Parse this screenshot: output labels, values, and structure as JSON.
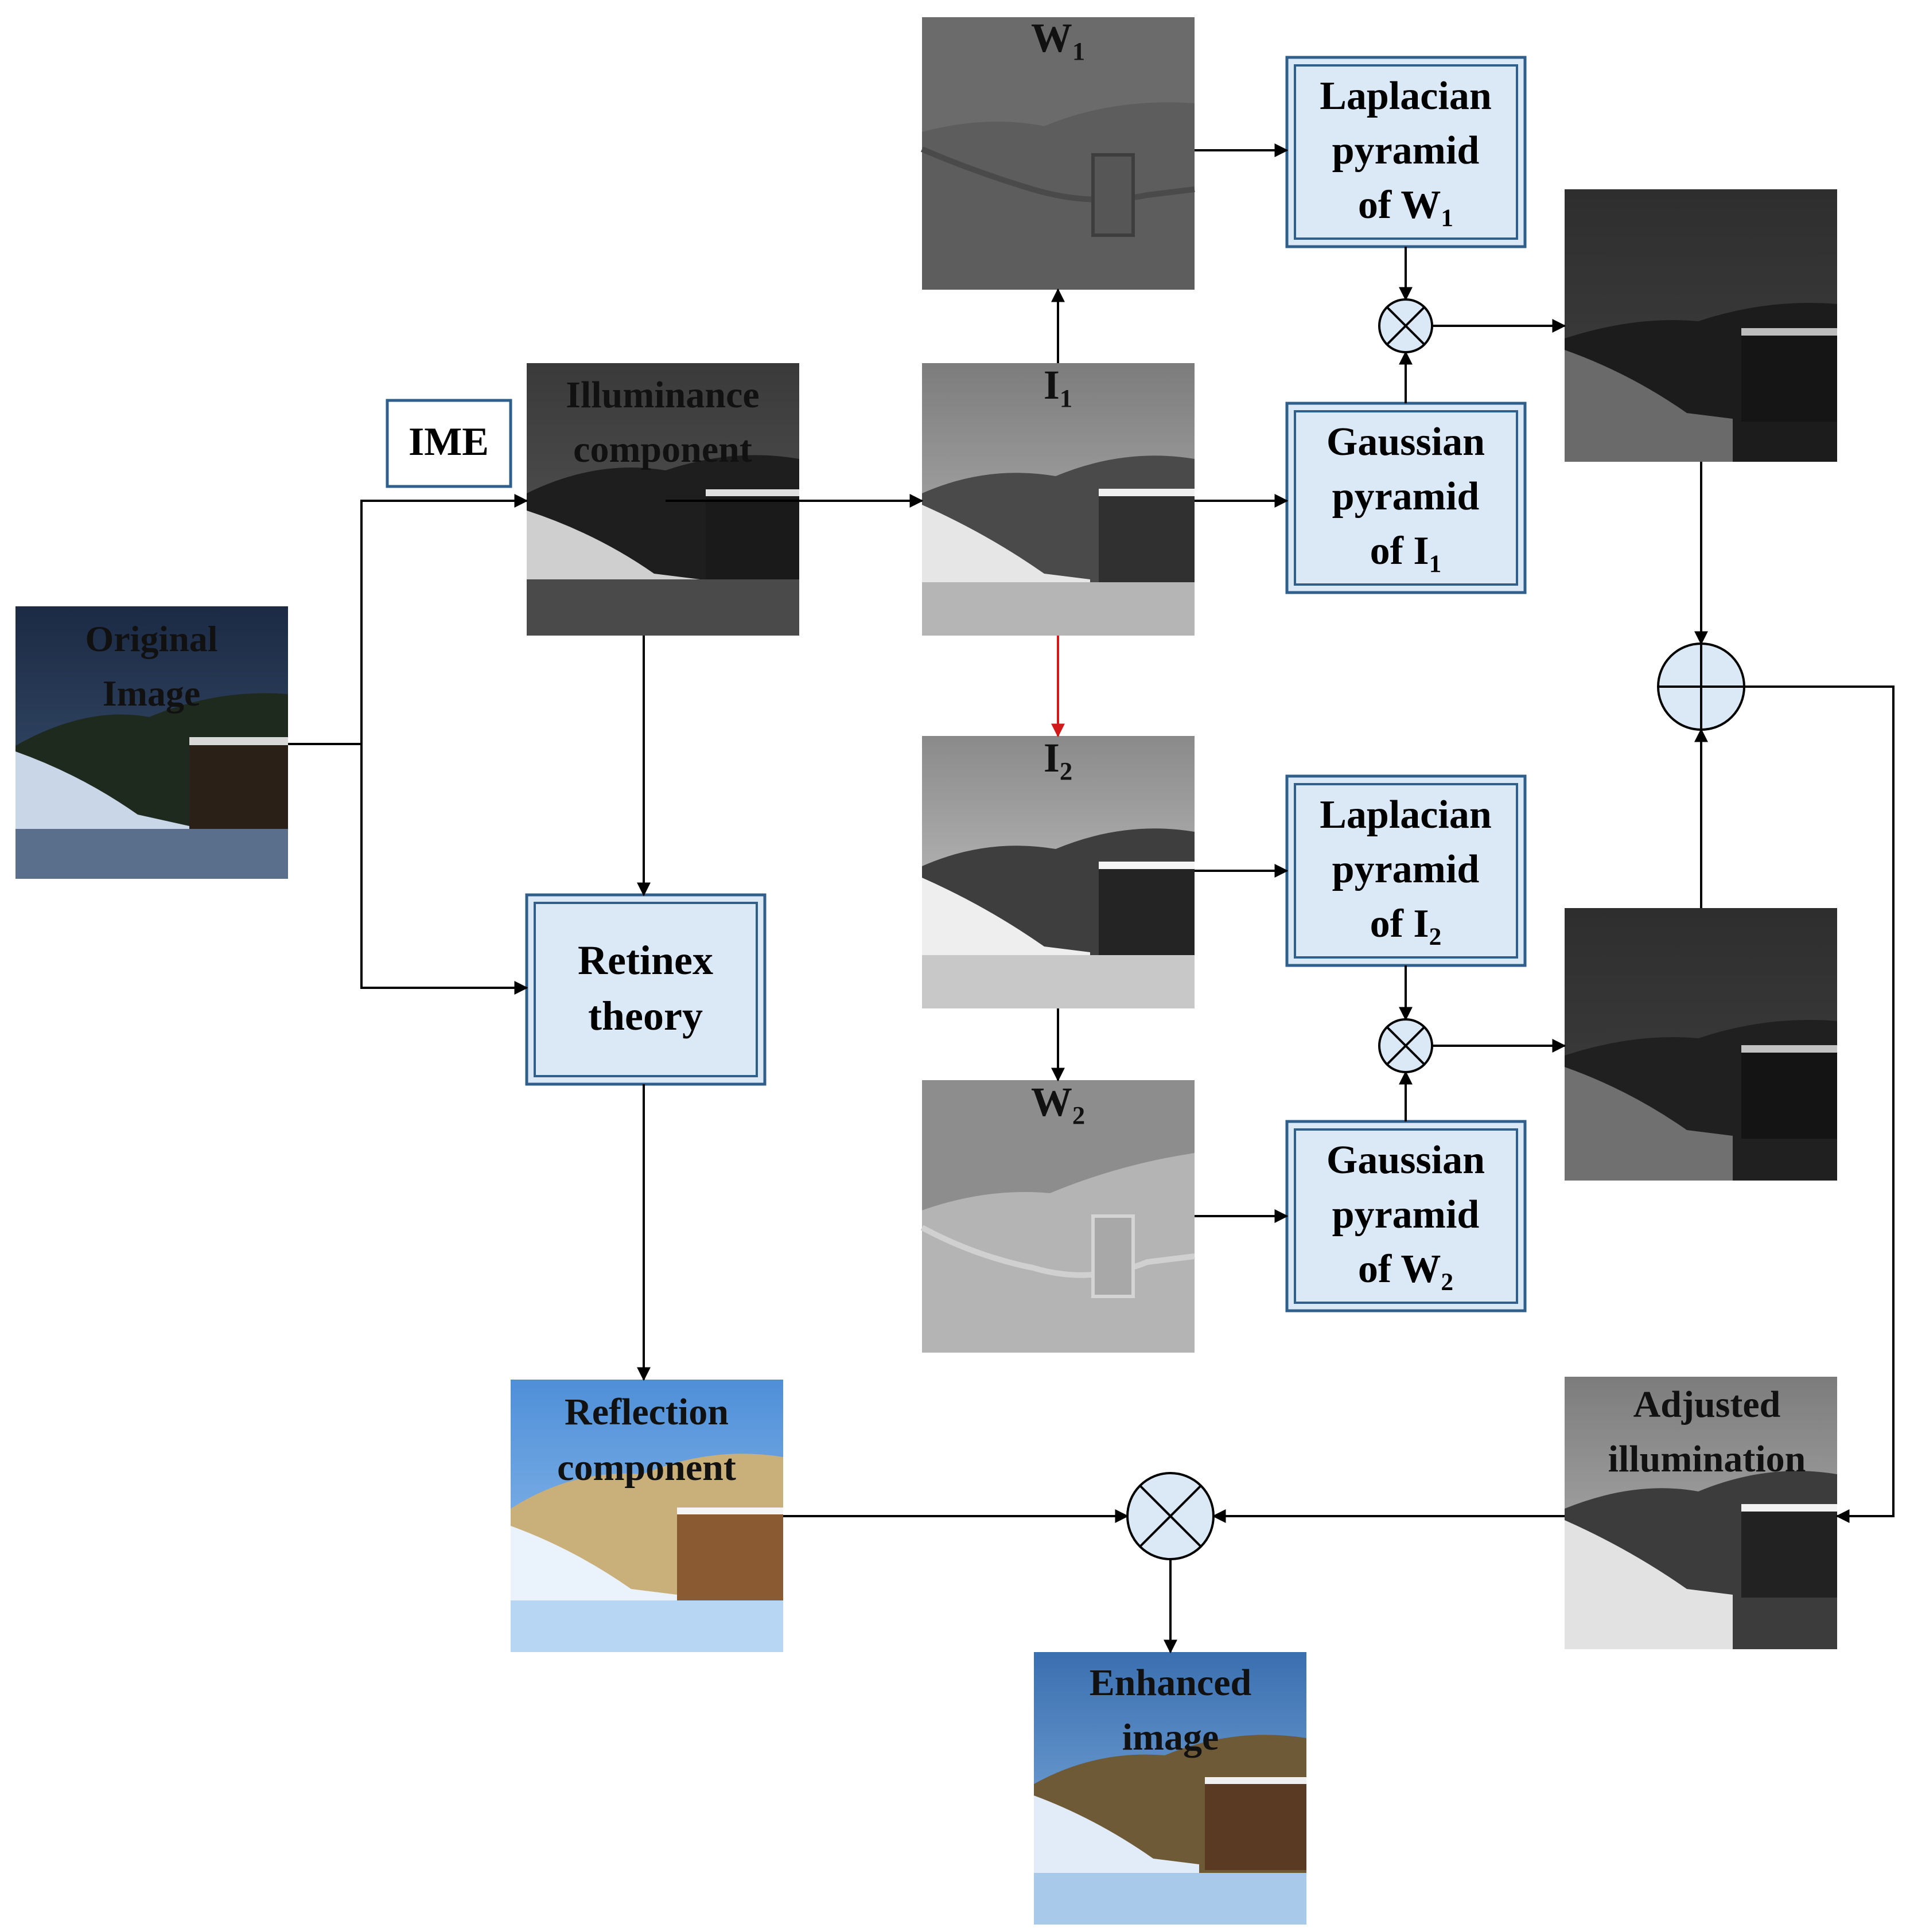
{
  "nodes": {
    "original": {
      "line1": "Original",
      "line2": "Image"
    },
    "ime": {
      "label": "IME"
    },
    "illuminance": {
      "line1": "Illuminance",
      "line2": "component"
    },
    "retinex": {
      "line1": "Retinex",
      "line2": "theory"
    },
    "reflection": {
      "line1": "Reflection",
      "line2": "component"
    },
    "w1": {
      "label": "W",
      "sub": "1"
    },
    "i1": {
      "label": "I",
      "sub": "1"
    },
    "i2": {
      "label": "I",
      "sub": "2"
    },
    "w2": {
      "label": "W",
      "sub": "2"
    },
    "lap_w1": {
      "line1": "Laplacian",
      "line2": "pyramid",
      "line3": "of W",
      "sub": "1"
    },
    "gauss_i1": {
      "line1": "Gaussian",
      "line2": "pyramid",
      "line3": "of I",
      "sub": "1"
    },
    "lap_i2": {
      "line1": "Laplacian",
      "line2": "pyramid",
      "line3": "of I",
      "sub": "2"
    },
    "gauss_w2": {
      "line1": "Gaussian",
      "line2": "pyramid",
      "line3": "of W",
      "sub": "2"
    },
    "adjusted": {
      "line1": "Adjusted",
      "line2": "illumination"
    },
    "enhanced": {
      "line1": "Enhanced",
      "line2": "image"
    }
  },
  "colors": {
    "box_fill": "#dbe8f6",
    "box_border": "#2f5f8a",
    "arrow": "#000000",
    "highlight_arrow": "#d11a1a"
  }
}
